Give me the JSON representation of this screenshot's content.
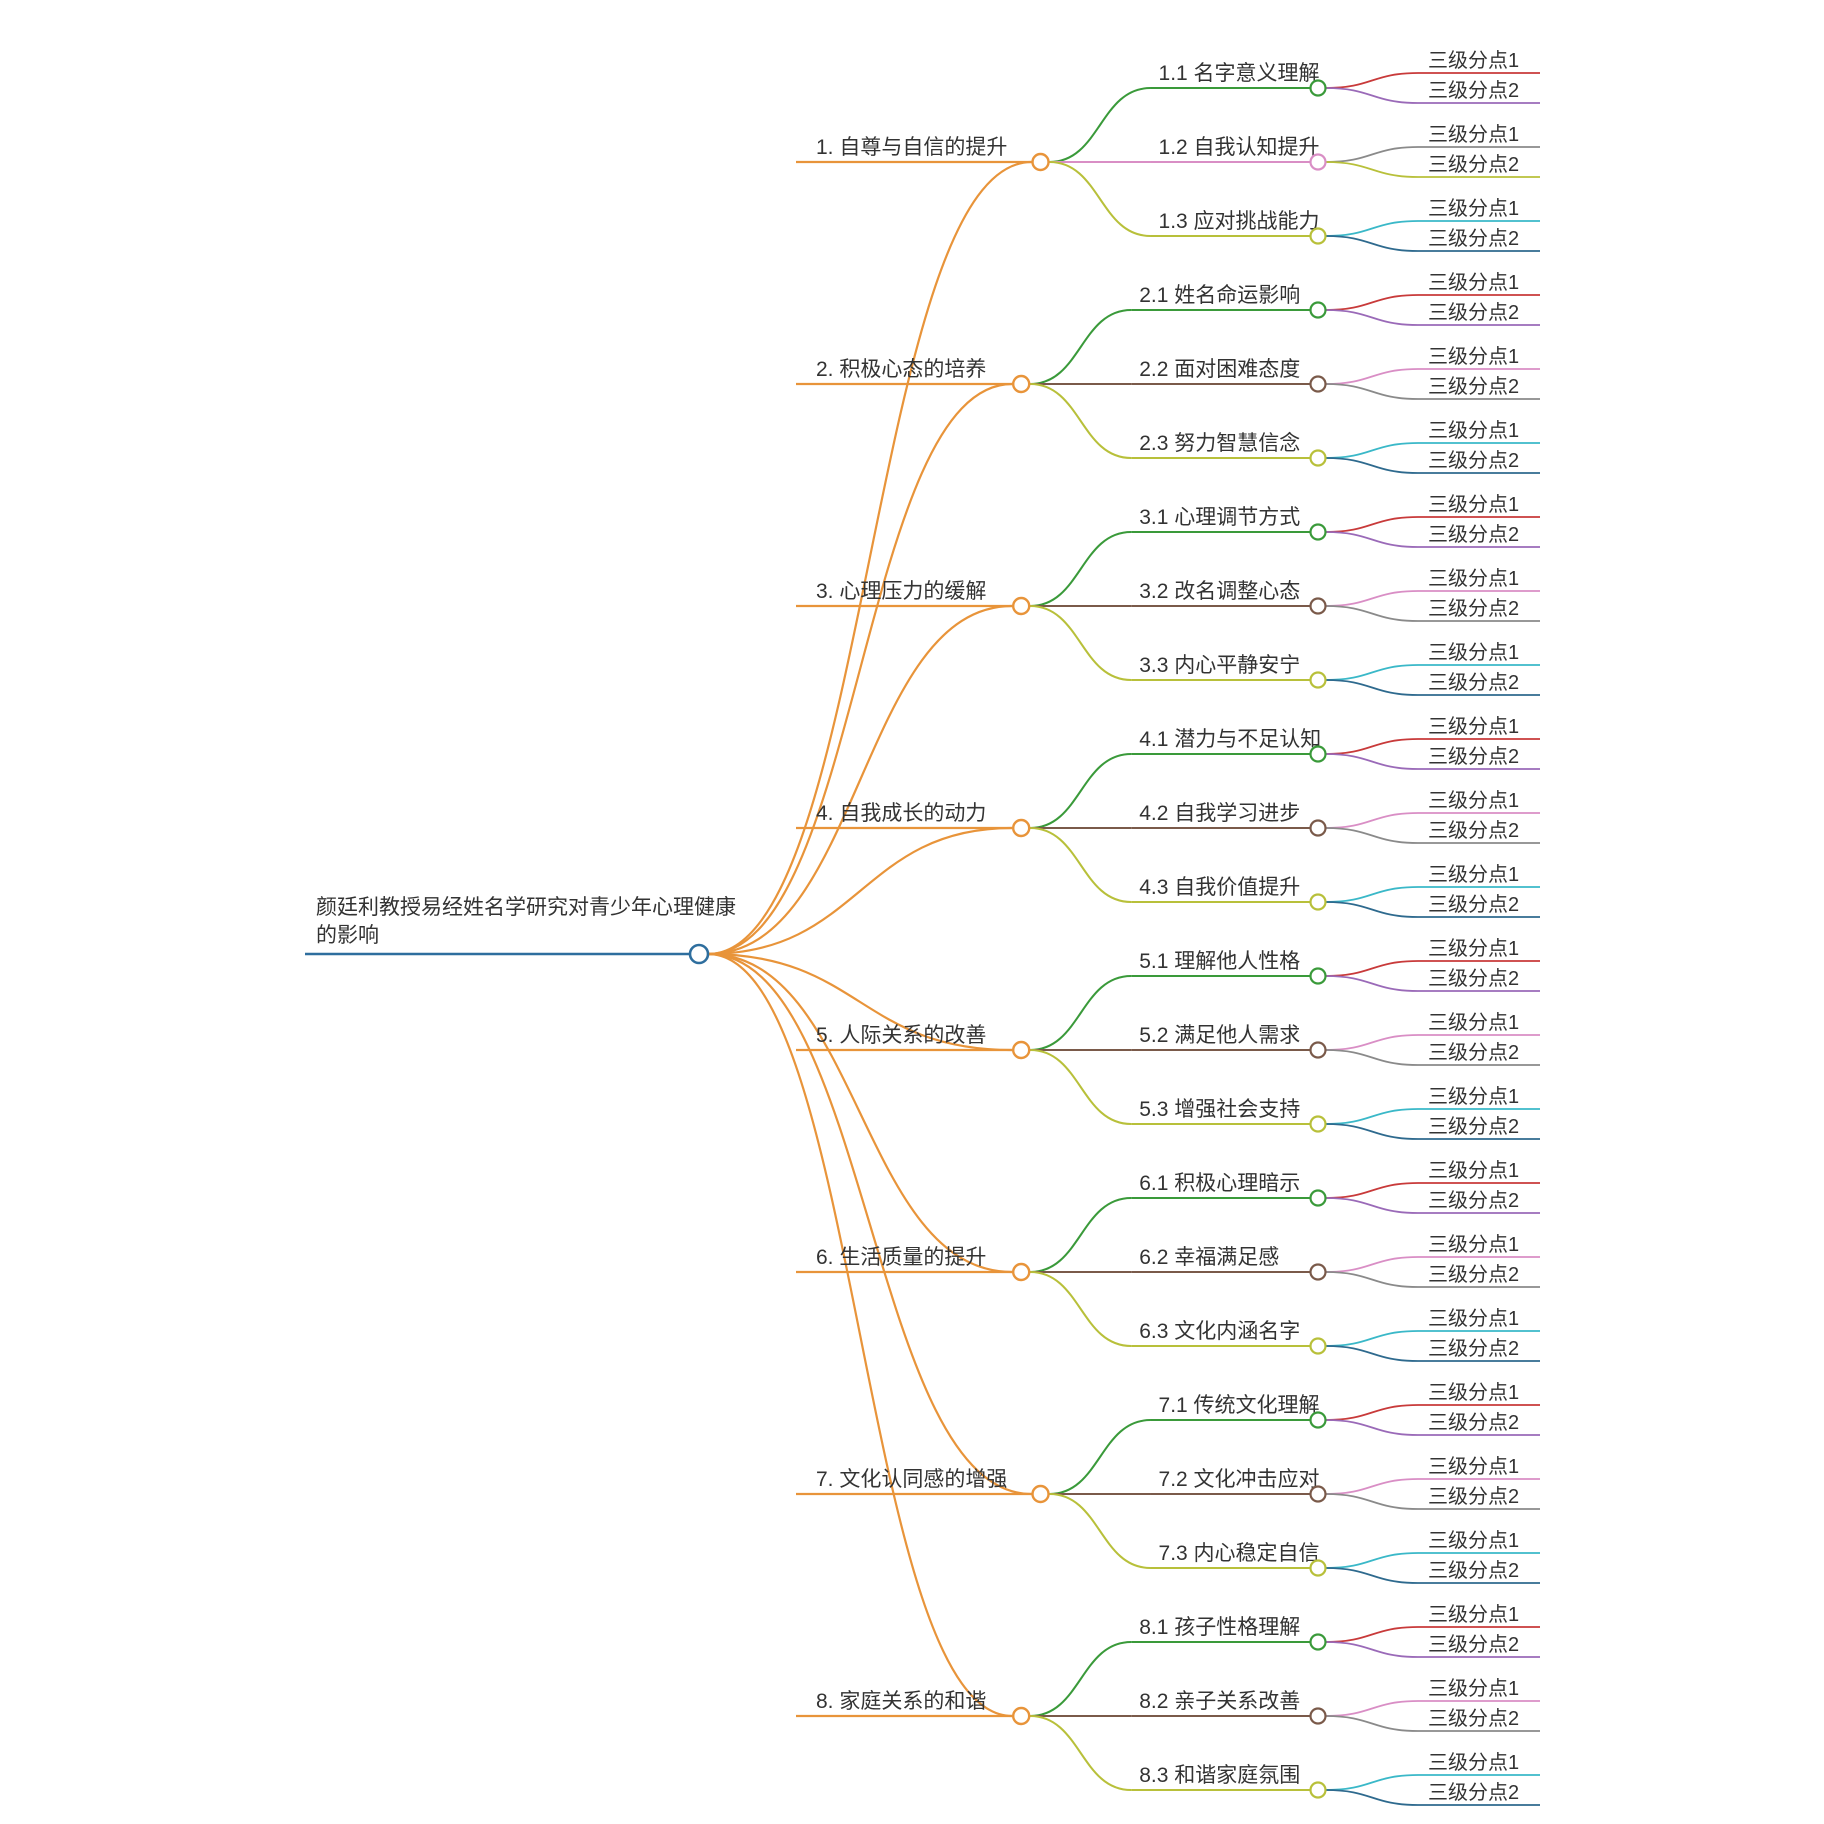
{
  "root": {
    "title": "颜廷利教授易经姓名学研究对青少年心理健康的影响",
    "color": "#2e6e9e"
  },
  "branch_color": "#e8943a",
  "palette": {
    "green": "#3a9a3a",
    "pink": "#d98ec5",
    "olive": "#b8c03a",
    "brown": "#7a5a4a",
    "red": "#c83a3a",
    "purple": "#9a6ab8",
    "gray": "#8a8a8a",
    "cyan": "#3ab8c8",
    "blue": "#2e6a8e"
  },
  "branches": [
    {
      "label": "1. 自尊与自信的提升",
      "children": [
        {
          "label": "1.1 名字意义理解",
          "leaves": [
            "三级分点1",
            "三级分点2"
          ]
        },
        {
          "label": "1.2 自我认知提升",
          "leaves": [
            "三级分点1",
            "三级分点2"
          ]
        },
        {
          "label": "1.3 应对挑战能力",
          "leaves": [
            "三级分点1",
            "三级分点2"
          ]
        }
      ]
    },
    {
      "label": "2. 积极心态的培养",
      "children": [
        {
          "label": "2.1 姓名命运影响",
          "leaves": [
            "三级分点1",
            "三级分点2"
          ]
        },
        {
          "label": "2.2 面对困难态度",
          "leaves": [
            "三级分点1",
            "三级分点2"
          ]
        },
        {
          "label": "2.3 努力智慧信念",
          "leaves": [
            "三级分点1",
            "三级分点2"
          ]
        }
      ]
    },
    {
      "label": "3. 心理压力的缓解",
      "children": [
        {
          "label": "3.1 心理调节方式",
          "leaves": [
            "三级分点1",
            "三级分点2"
          ]
        },
        {
          "label": "3.2 改名调整心态",
          "leaves": [
            "三级分点1",
            "三级分点2"
          ]
        },
        {
          "label": "3.3 内心平静安宁",
          "leaves": [
            "三级分点1",
            "三级分点2"
          ]
        }
      ]
    },
    {
      "label": "4. 自我成长的动力",
      "children": [
        {
          "label": "4.1 潜力与不足认知",
          "leaves": [
            "三级分点1",
            "三级分点2"
          ]
        },
        {
          "label": "4.2 自我学习进步",
          "leaves": [
            "三级分点1",
            "三级分点2"
          ]
        },
        {
          "label": "4.3 自我价值提升",
          "leaves": [
            "三级分点1",
            "三级分点2"
          ]
        }
      ]
    },
    {
      "label": "5. 人际关系的改善",
      "children": [
        {
          "label": "5.1 理解他人性格",
          "leaves": [
            "三级分点1",
            "三级分点2"
          ]
        },
        {
          "label": "5.2 满足他人需求",
          "leaves": [
            "三级分点1",
            "三级分点2"
          ]
        },
        {
          "label": "5.3 增强社会支持",
          "leaves": [
            "三级分点1",
            "三级分点2"
          ]
        }
      ]
    },
    {
      "label": "6. 生活质量的提升",
      "children": [
        {
          "label": "6.1 积极心理暗示",
          "leaves": [
            "三级分点1",
            "三级分点2"
          ]
        },
        {
          "label": "6.2 幸福满足感",
          "leaves": [
            "三级分点1",
            "三级分点2"
          ]
        },
        {
          "label": "6.3 文化内涵名字",
          "leaves": [
            "三级分点1",
            "三级分点2"
          ]
        }
      ]
    },
    {
      "label": "7. 文化认同感的增强",
      "children": [
        {
          "label": "7.1 传统文化理解",
          "leaves": [
            "三级分点1",
            "三级分点2"
          ]
        },
        {
          "label": "7.2 文化冲击应对",
          "leaves": [
            "三级分点1",
            "三级分点2"
          ]
        },
        {
          "label": "7.3 内心稳定自信",
          "leaves": [
            "三级分点1",
            "三级分点2"
          ]
        }
      ]
    },
    {
      "label": "8. 家庭关系的和谐",
      "children": [
        {
          "label": "8.1 孩子性格理解",
          "leaves": [
            "三级分点1",
            "三级分点2"
          ]
        },
        {
          "label": "8.2 亲子关系改善",
          "leaves": [
            "三级分点1",
            "三级分点2"
          ]
        },
        {
          "label": "8.3 和谐家庭氛围",
          "leaves": [
            "三级分点1",
            "三级分点2"
          ]
        }
      ]
    }
  ]
}
